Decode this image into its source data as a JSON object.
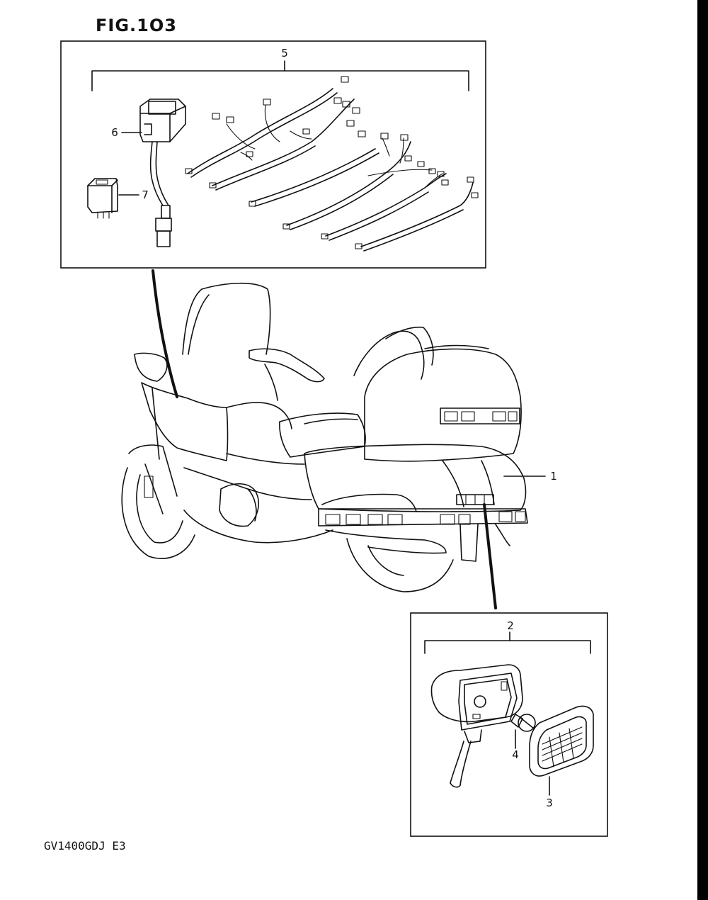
{
  "figure": {
    "title": "FIG.1O3"
  },
  "footer": {
    "model_code": "GV1400GDJ E3"
  },
  "callouts": {
    "c1": "1",
    "c2": "2",
    "c3": "3",
    "c4": "4",
    "c5": "5",
    "c6": "6",
    "c7": "7"
  }
}
